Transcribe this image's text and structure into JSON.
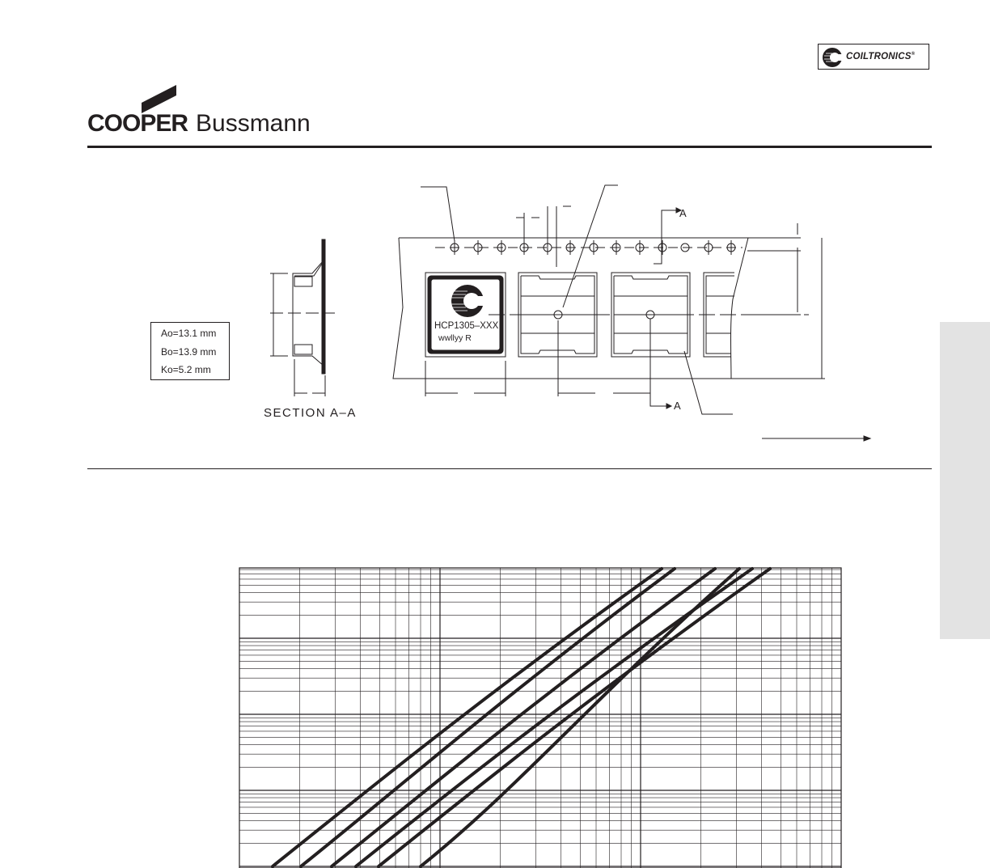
{
  "header": {
    "coiltronics_logo_text": "COILTRONICS",
    "registered_mark": "®",
    "brand_cooper": "COOPER",
    "brand_bussmann": "Bussmann"
  },
  "tape_drawing": {
    "dimensions": [
      {
        "label": "Ao=13.1  mm"
      },
      {
        "label": "Bo=13.9  mm"
      },
      {
        "label": "Ko=5.2  mm"
      }
    ],
    "section_label": "SECTION  A–A",
    "part_marking": {
      "part_number": "HCP1305–XXX",
      "date_code": "wwllyy  R"
    },
    "section_marker_top": "A",
    "section_marker_bottom": "A"
  },
  "graph": {
    "curve_count": 6
  }
}
